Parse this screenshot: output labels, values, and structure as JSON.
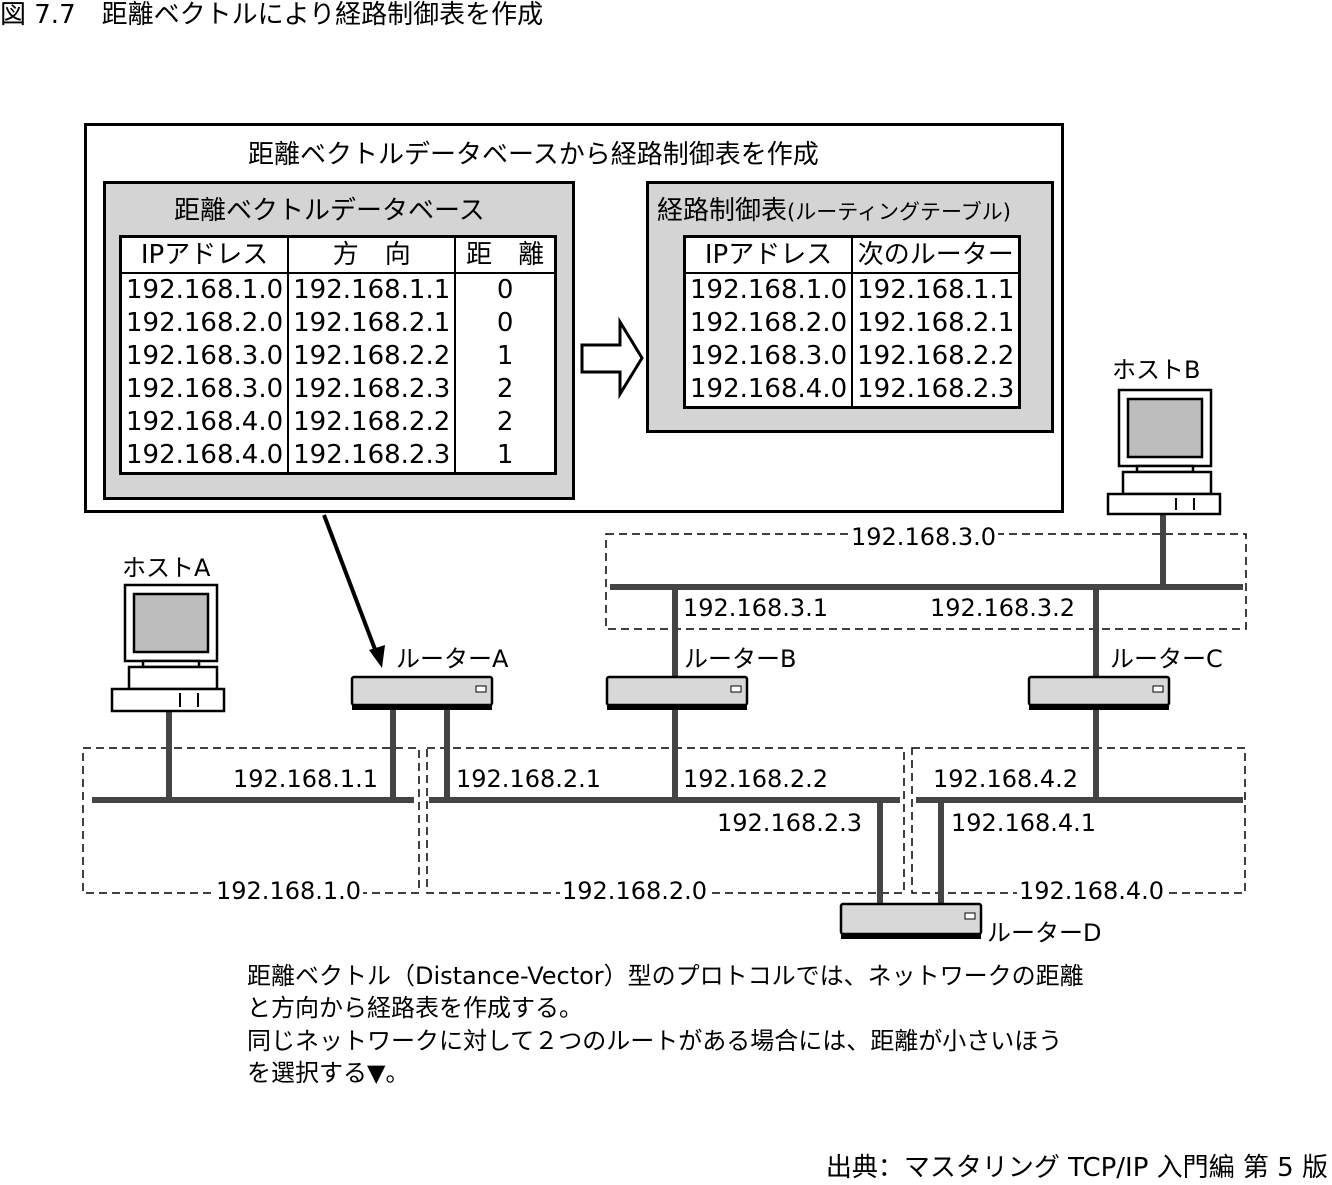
{
  "figure_title": "図 7.7　距離ベクトルにより経路制御表を作成",
  "outer_title": "距離ベクトルデータベースから経路制御表を作成",
  "dv_db": {
    "title": "距離ベクトルデータベース",
    "headers": [
      "IPアドレス",
      "方　向",
      "距　離"
    ],
    "rows": [
      [
        "192.168.1.0",
        "192.168.1.1",
        "0"
      ],
      [
        "192.168.2.0",
        "192.168.2.1",
        "0"
      ],
      [
        "192.168.3.0",
        "192.168.2.2",
        "1"
      ],
      [
        "192.168.3.0",
        "192.168.2.3",
        "2"
      ],
      [
        "192.168.4.0",
        "192.168.2.2",
        "2"
      ],
      [
        "192.168.4.0",
        "192.168.2.3",
        "1"
      ]
    ]
  },
  "routing_table": {
    "title": "経路制御表",
    "title_sub": "(ルーティングテーブル)",
    "headers": [
      "IPアドレス",
      "次のルーター"
    ],
    "rows": [
      [
        "192.168.1.0",
        "192.168.1.1"
      ],
      [
        "192.168.2.0",
        "192.168.2.1"
      ],
      [
        "192.168.3.0",
        "192.168.2.2"
      ],
      [
        "192.168.4.0",
        "192.168.2.3"
      ]
    ]
  },
  "hosts": {
    "a": "ホストA",
    "b": "ホストB"
  },
  "routers": {
    "a": "ルーターA",
    "b": "ルーターB",
    "c": "ルーターC",
    "d": "ルーターD"
  },
  "networks": {
    "n1": "192.168.1.0",
    "n2": "192.168.2.0",
    "n3": "192.168.3.0",
    "n4": "192.168.4.0"
  },
  "interfaces": {
    "a1": "192.168.1.1",
    "a2": "192.168.2.1",
    "b2": "192.168.2.2",
    "b3": "192.168.3.1",
    "c3": "192.168.3.2",
    "c4": "192.168.4.2",
    "d2": "192.168.2.3",
    "d4": "192.168.4.1"
  },
  "caption": [
    "距離ベクトル（Distance-Vector）型のプロトコルでは、ネットワークの距離",
    "と方向から経路表を作成する。",
    "同じネットワークに対して２つのルートがある場合には、距離が小さいほう",
    "を選択する▼。"
  ],
  "source": "出典：マスタリング TCP/IP 入門編 第 5 版"
}
